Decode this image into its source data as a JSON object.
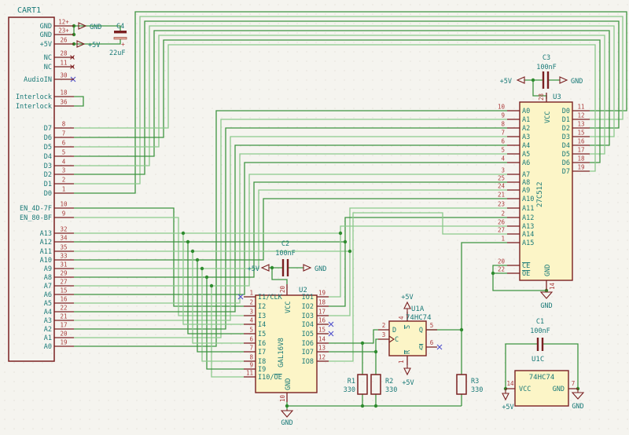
{
  "power": {
    "p5": "+5V",
    "gnd": "GND"
  },
  "cart1": {
    "ref": "CART1",
    "pins": [
      {
        "num": "12+",
        "label": "GND"
      },
      {
        "num": "23+",
        "label": "GND"
      },
      {
        "num": "26",
        "label": "+5V"
      },
      {
        "num": "28",
        "label": "NC"
      },
      {
        "num": "11",
        "label": "NC"
      },
      {
        "num": "30",
        "label": "AudioIN"
      },
      {
        "num": "18",
        "label": "Interlock"
      },
      {
        "num": "36",
        "label": "Interlock"
      },
      {
        "num": "8",
        "label": "D7"
      },
      {
        "num": "7",
        "label": "D6"
      },
      {
        "num": "6",
        "label": "D5"
      },
      {
        "num": "5",
        "label": "D4"
      },
      {
        "num": "4",
        "label": "D3"
      },
      {
        "num": "3",
        "label": "D2"
      },
      {
        "num": "2",
        "label": "D1"
      },
      {
        "num": "1",
        "label": "D0"
      },
      {
        "num": "10",
        "label": "EN_4D-7F"
      },
      {
        "num": "9",
        "label": "EN_80-BF"
      },
      {
        "num": "32",
        "label": "A13"
      },
      {
        "num": "34",
        "label": "A12"
      },
      {
        "num": "35",
        "label": "A11"
      },
      {
        "num": "33",
        "label": "A10"
      },
      {
        "num": "31",
        "label": "A9"
      },
      {
        "num": "29",
        "label": "A8"
      },
      {
        "num": "27",
        "label": "A7"
      },
      {
        "num": "15",
        "label": "A6"
      },
      {
        "num": "16",
        "label": "A5"
      },
      {
        "num": "22",
        "label": "A4"
      },
      {
        "num": "21",
        "label": "A3"
      },
      {
        "num": "17",
        "label": "A2"
      },
      {
        "num": "20",
        "label": "A1"
      },
      {
        "num": "19",
        "label": "A0"
      }
    ]
  },
  "u3": {
    "ref": "U3",
    "value": "27C512",
    "vcc": {
      "num": "28",
      "name": "VCC"
    },
    "gnd": {
      "num": "14",
      "name": "GND"
    },
    "left_pins": [
      {
        "num": "10",
        "name": "A0"
      },
      {
        "num": "9",
        "name": "A1"
      },
      {
        "num": "8",
        "name": "A2"
      },
      {
        "num": "7",
        "name": "A3"
      },
      {
        "num": "6",
        "name": "A4"
      },
      {
        "num": "5",
        "name": "A5"
      },
      {
        "num": "4",
        "name": "A6"
      },
      {
        "num": "3",
        "name": "A7"
      },
      {
        "num": "25",
        "name": "A8"
      },
      {
        "num": "24",
        "name": "A9"
      },
      {
        "num": "21",
        "name": "A10"
      },
      {
        "num": "23",
        "name": "A11"
      },
      {
        "num": "2",
        "name": "A12"
      },
      {
        "num": "26",
        "name": "A13"
      },
      {
        "num": "27",
        "name": "A14"
      },
      {
        "num": "1",
        "name": "A15"
      },
      {
        "num": "20",
        "name": "CE"
      },
      {
        "num": "22",
        "name": "OE"
      }
    ],
    "right_pins": [
      {
        "num": "11",
        "name": "D0"
      },
      {
        "num": "12",
        "name": "D1"
      },
      {
        "num": "13",
        "name": "D2"
      },
      {
        "num": "15",
        "name": "D3"
      },
      {
        "num": "16",
        "name": "D4"
      },
      {
        "num": "17",
        "name": "D5"
      },
      {
        "num": "18",
        "name": "D6"
      },
      {
        "num": "19",
        "name": "D7"
      }
    ]
  },
  "u2": {
    "ref": "U2",
    "value": "GAL16V8",
    "vcc": {
      "num": "20",
      "name": "VCC"
    },
    "gnd": {
      "num": "10",
      "name": "GND"
    },
    "left_pins": [
      {
        "num": "1",
        "name": "I1/CLK"
      },
      {
        "num": "2",
        "name": "I2"
      },
      {
        "num": "3",
        "name": "I3"
      },
      {
        "num": "4",
        "name": "I4"
      },
      {
        "num": "5",
        "name": "I5"
      },
      {
        "num": "6",
        "name": "I6"
      },
      {
        "num": "7",
        "name": "I7"
      },
      {
        "num": "8",
        "name": "I8"
      },
      {
        "num": "9",
        "name": "I9"
      },
      {
        "num": "11",
        "name": "I10/OE"
      }
    ],
    "right_pins": [
      {
        "num": "19",
        "name": "IO1"
      },
      {
        "num": "18",
        "name": "IO2"
      },
      {
        "num": "17",
        "name": "IO3"
      },
      {
        "num": "16",
        "name": "IO4"
      },
      {
        "num": "15",
        "name": "IO5"
      },
      {
        "num": "14",
        "name": "IO6"
      },
      {
        "num": "13",
        "name": "IO7"
      },
      {
        "num": "12",
        "name": "IO8"
      }
    ]
  },
  "u1a": {
    "ref": "U1A",
    "value": "74HC74",
    "pins": {
      "d": {
        "num": "2",
        "name": "D"
      },
      "clk": {
        "num": "3",
        "name": "C"
      },
      "set": {
        "num": "4",
        "name": "S"
      },
      "reset": {
        "num": "1",
        "name": "R"
      },
      "q": {
        "num": "5",
        "name": "Q"
      },
      "qbar": {
        "num": "6",
        "name": "Q"
      }
    }
  },
  "u1c": {
    "ref": "U1C",
    "value": "74HC74",
    "vcc": {
      "num": "14",
      "name": "VCC"
    },
    "gnd": {
      "num": "7",
      "name": "GND"
    }
  },
  "capacitors": {
    "c1": {
      "ref": "C1",
      "value": "100nF"
    },
    "c2": {
      "ref": "C2",
      "value": "100nF"
    },
    "c3": {
      "ref": "C3",
      "value": "100nF"
    },
    "c4": {
      "ref": "C4",
      "value": "22uF",
      "polarity": "+"
    }
  },
  "resistors": {
    "r1": {
      "ref": "R1",
      "value": "330"
    },
    "r2": {
      "ref": "R2",
      "value": "330"
    },
    "r3": {
      "ref": "R3",
      "value": "330"
    }
  }
}
